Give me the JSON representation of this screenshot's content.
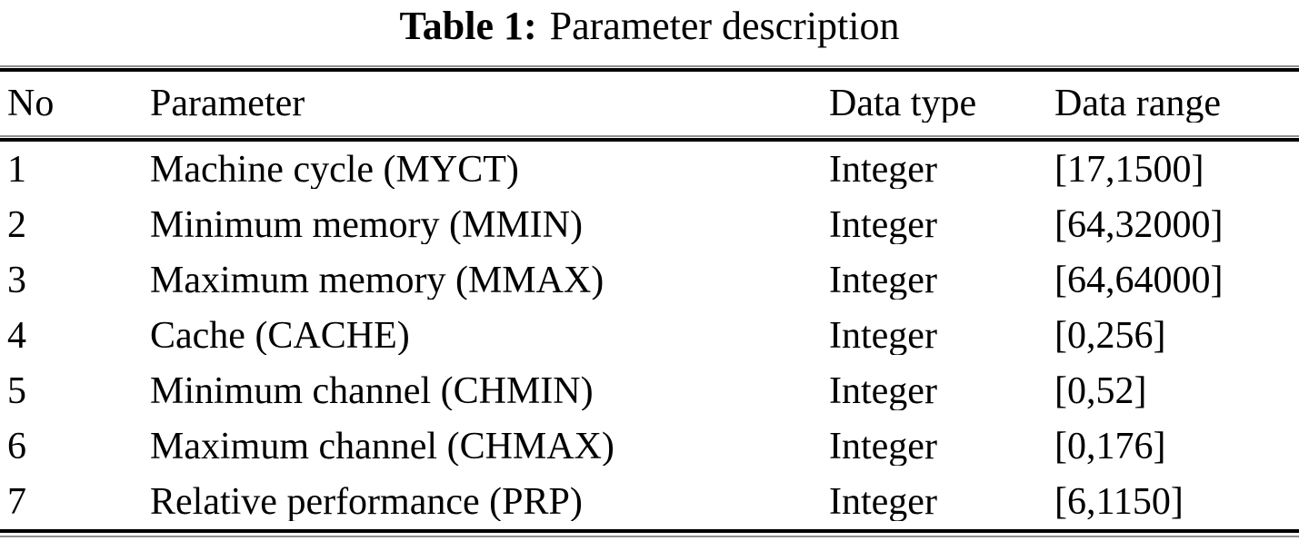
{
  "caption": {
    "label": "Table 1:",
    "text": "Parameter description"
  },
  "table": {
    "columns": [
      "No",
      "Parameter",
      "Data type",
      "Data range"
    ],
    "rows": [
      {
        "no": "1",
        "parameter": "Machine cycle (MYCT)",
        "data_type": "Integer",
        "data_range": "[17,1500]"
      },
      {
        "no": "2",
        "parameter": "Minimum memory (MMIN)",
        "data_type": "Integer",
        "data_range": "[64,32000]"
      },
      {
        "no": "3",
        "parameter": "Maximum memory (MMAX)",
        "data_type": "Integer",
        "data_range": "[64,64000]"
      },
      {
        "no": "4",
        "parameter": "Cache (CACHE)",
        "data_type": "Integer",
        "data_range": "[0,256]"
      },
      {
        "no": "5",
        "parameter": "Minimum channel (CHMIN)",
        "data_type": "Integer",
        "data_range": "[0,52]"
      },
      {
        "no": "6",
        "parameter": "Maximum channel (CHMAX)",
        "data_type": "Integer",
        "data_range": "[0,176]"
      },
      {
        "no": "7",
        "parameter": "Relative performance (PRP)",
        "data_type": "Integer",
        "data_range": "[6,1150]"
      }
    ]
  },
  "colors": {
    "text": "#000000",
    "background": "#ffffff",
    "rule": "#000000"
  }
}
